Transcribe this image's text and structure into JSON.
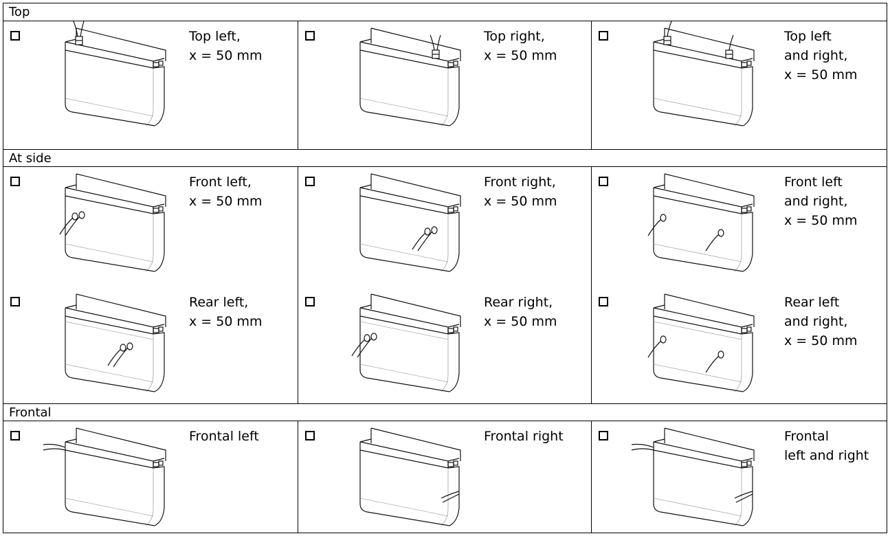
{
  "sections": [
    {
      "title": "Top",
      "rows": [
        [
          {
            "label": "Top left,\nx = 50 mm",
            "cable": "top-left"
          },
          {
            "label": "Top right,\nx = 50 mm",
            "cable": "top-right"
          },
          {
            "label": "Top left\nand right,\nx = 50 mm",
            "cable": "top-both"
          }
        ]
      ]
    },
    {
      "title": "At side",
      "rows": [
        [
          {
            "label": "Front left,\nx = 50 mm",
            "cable": "front-left"
          },
          {
            "label": "Front right,\nx = 50 mm",
            "cable": "front-right"
          },
          {
            "label": "Front left\nand right,\nx = 50 mm",
            "cable": "front-both"
          }
        ],
        [
          {
            "label": "Rear left,\nx = 50 mm",
            "cable": "rear-left"
          },
          {
            "label": "Rear right,\nx = 50 mm",
            "cable": "rear-right"
          },
          {
            "label": "Rear left\nand right,\nx = 50 mm",
            "cable": "rear-both"
          }
        ]
      ]
    },
    {
      "title": "Frontal",
      "rows": [
        [
          {
            "label": "Frontal left",
            "cable": "frontal-left"
          },
          {
            "label": "Frontal right",
            "cable": "frontal-right"
          },
          {
            "label": "Frontal\nleft and right",
            "cable": "frontal-both"
          }
        ]
      ]
    }
  ]
}
